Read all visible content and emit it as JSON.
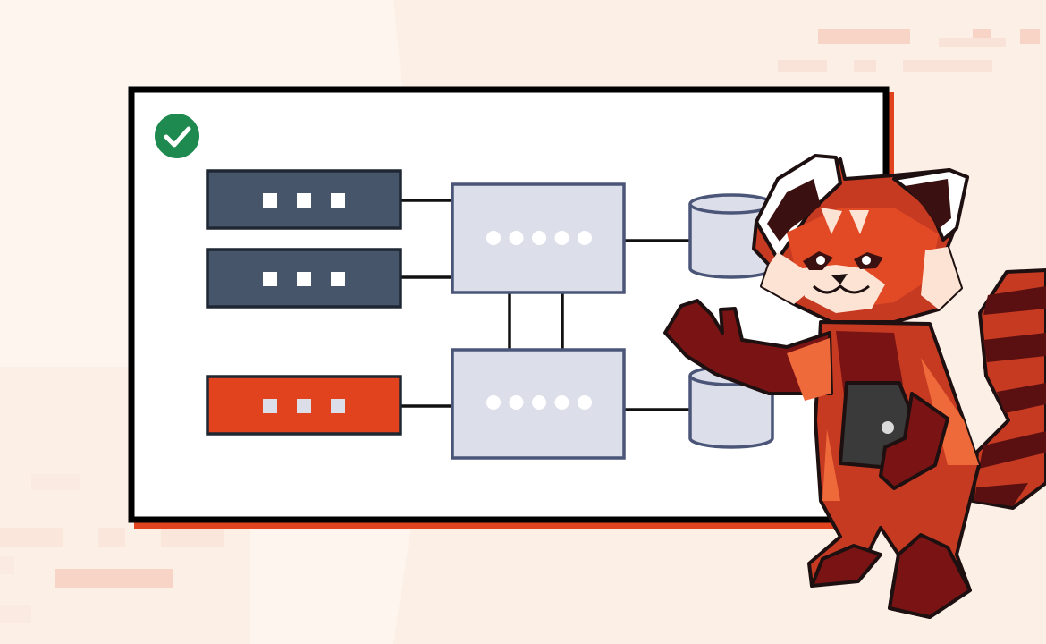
{
  "colors": {
    "background": "#fdf5ee",
    "background_accent": "#fbe8dc",
    "highlight_bar": "#f7d4c6",
    "board_fill": "#ffffff",
    "board_border": "#000000",
    "board_shadow": "#e0431d",
    "server_dark": "#47556a",
    "server_alert": "#e0431d",
    "node_fill": "#dcdfea",
    "node_border": "#4a5578",
    "database_fill": "#dcdfea",
    "status_ok": "#1e8a4f",
    "panda_dark": "#7a1414",
    "panda_mid": "#c63a22",
    "panda_light": "#ef6a3a",
    "outline": "#1e1010"
  },
  "icons": {
    "status": "check-circle-icon",
    "mascot": "red-panda-mascot"
  },
  "diagram": {
    "servers": [
      {
        "status": "normal",
        "indicator_count": 3
      },
      {
        "status": "normal",
        "indicator_count": 3
      },
      {
        "status": "alert",
        "indicator_count": 3
      }
    ],
    "nodes": [
      {
        "dot_count": 5
      },
      {
        "dot_count": 5
      }
    ],
    "databases": 2
  }
}
